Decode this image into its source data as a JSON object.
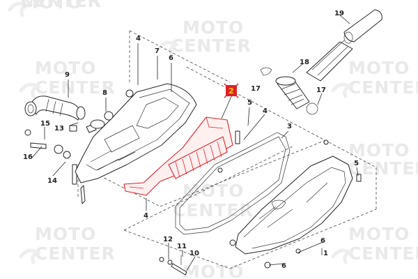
{
  "watermark": {
    "line1": "MOTO",
    "line2": "CENTER"
  },
  "callouts": {
    "c1": "1",
    "c2": "2",
    "c3": "3",
    "c4": "4",
    "c4b": "4",
    "c4c": "4",
    "c5": "5",
    "c5b": "5",
    "c6": "6",
    "c6b": "6",
    "c6c": "6",
    "c7": "7",
    "c8": "8",
    "c9": "9",
    "c10": "10",
    "c11": "11",
    "c12": "12",
    "c13": "13",
    "c14": "14",
    "c15": "15",
    "c16": "16",
    "c17": "17",
    "c17b": "17",
    "c18": "18",
    "c19": "19"
  },
  "highlight": {
    "label": "2",
    "color": "#e0202a",
    "marker_text_color": "#f5d400"
  }
}
